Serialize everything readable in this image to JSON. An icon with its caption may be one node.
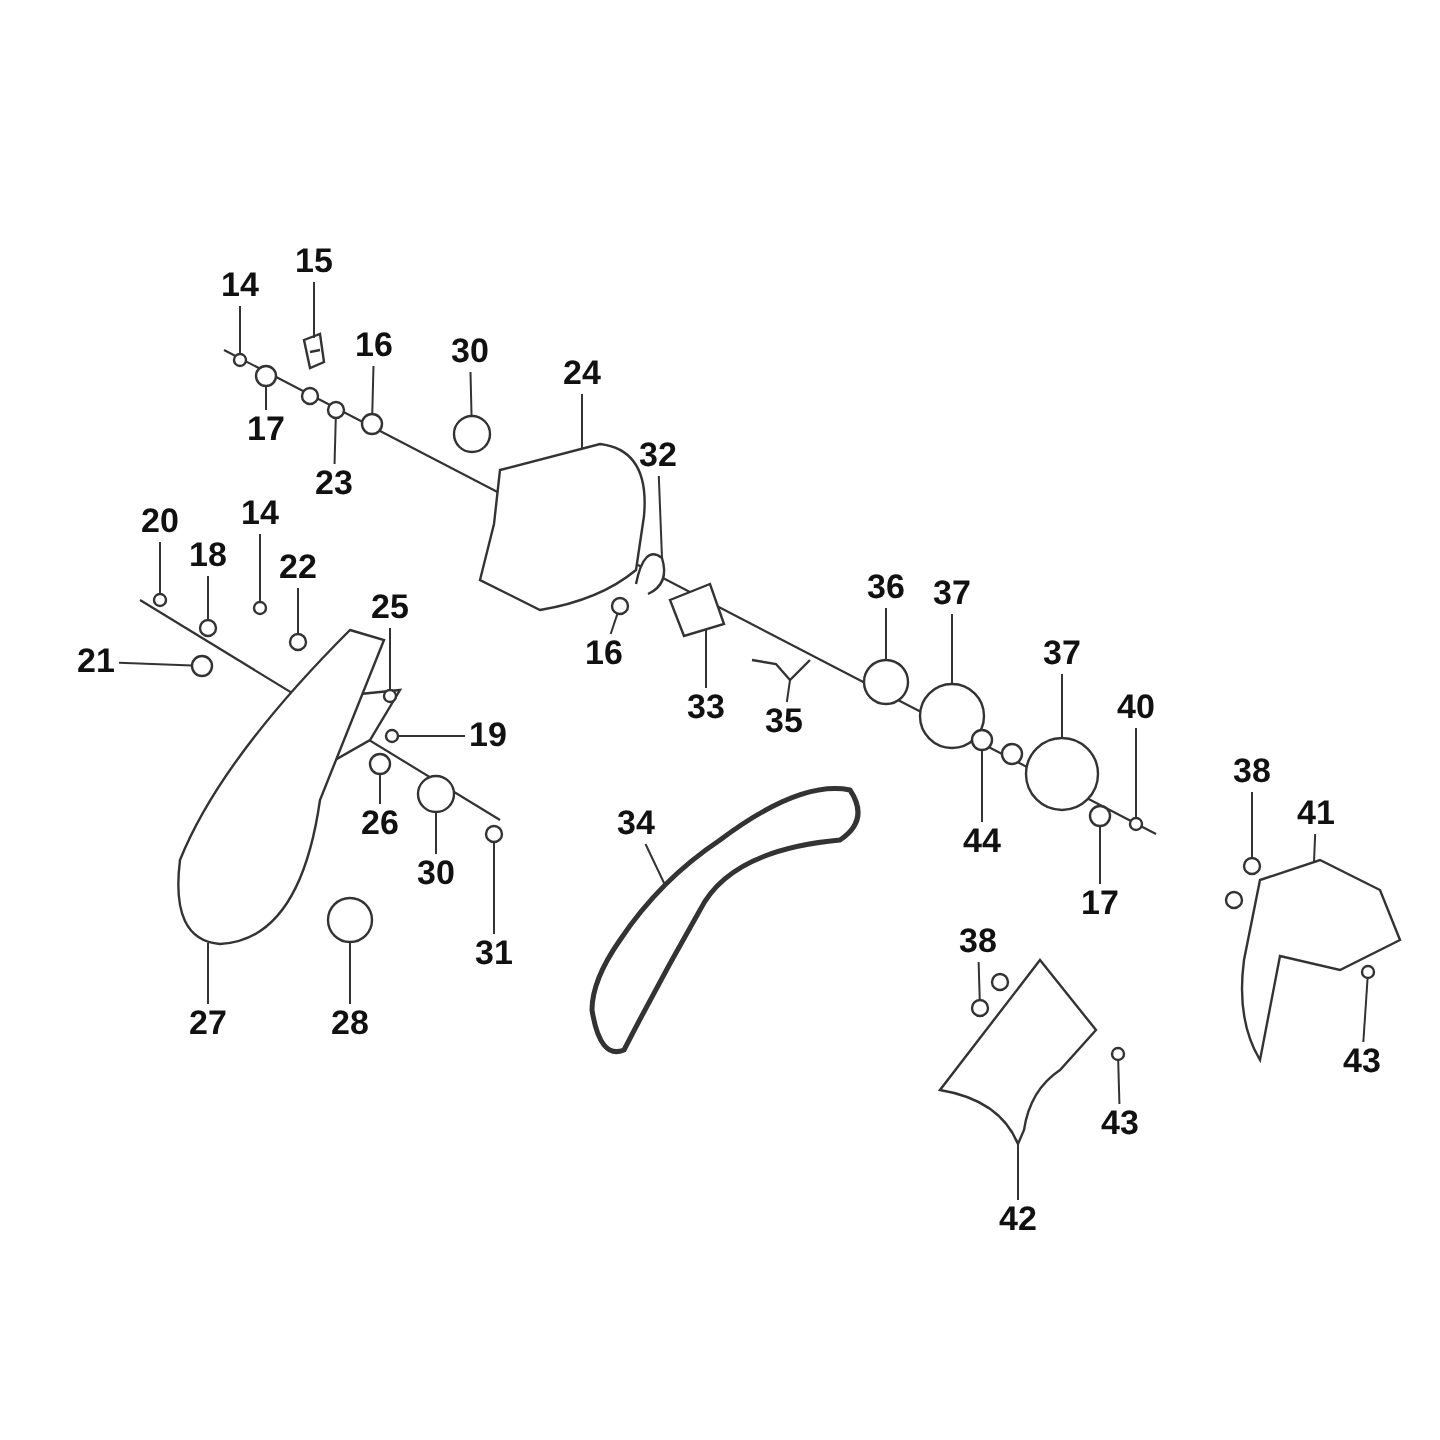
{
  "diagram": {
    "nodes": [
      {
        "text": [
          "14"
        ]
      },
      {
        "text": [
          "15"
        ]
      },
      {
        "text": [
          "16"
        ]
      },
      {
        "text": [
          "30"
        ]
      },
      {
        "text": [
          "24"
        ]
      },
      {
        "text": [
          "17"
        ]
      },
      {
        "text": [
          "23"
        ]
      },
      {
        "text": [
          "32"
        ]
      },
      {
        "text": [
          "20"
        ]
      },
      {
        "text": [
          "14"
        ]
      },
      {
        "text": [
          "18"
        ]
      },
      {
        "text": [
          "22"
        ]
      },
      {
        "text": [
          "25"
        ]
      },
      {
        "text": [
          "36"
        ]
      },
      {
        "text": [
          "37"
        ]
      },
      {
        "text": [
          "21"
        ]
      },
      {
        "text": [
          "16"
        ]
      },
      {
        "text": [
          "33"
        ]
      },
      {
        "text": [
          "37"
        ]
      },
      {
        "text": [
          "40"
        ]
      },
      {
        "text": [
          "35"
        ]
      },
      {
        "text": [
          "19"
        ]
      },
      {
        "text": [
          "26"
        ]
      },
      {
        "text": [
          "34"
        ]
      },
      {
        "text": [
          "30"
        ]
      },
      {
        "text": [
          "38"
        ]
      },
      {
        "text": [
          "41"
        ]
      },
      {
        "text": [
          "44"
        ]
      },
      {
        "text": [
          "17"
        ]
      },
      {
        "text": [
          "31"
        ]
      },
      {
        "text": [
          "38"
        ]
      },
      {
        "text": [
          "27"
        ]
      },
      {
        "text": [
          "28"
        ]
      },
      {
        "text": [
          "43"
        ]
      },
      {
        "text": [
          "43"
        ]
      },
      {
        "text": [
          "42"
        ]
      },
      {
        "text": [],
        "shape": "circle"
      },
      {
        "text": [],
        "shape": "picture"
      },
      {
        "text": [],
        "shape": "circle"
      },
      {
        "text": [],
        "shape": "circle"
      },
      {
        "text": [],
        "shape": "picture"
      },
      {
        "text": [],
        "shape": "circle"
      },
      {
        "text": [],
        "shape": "circle"
      },
      {
        "text": [],
        "shape": "picture"
      },
      {
        "text": [],
        "shape": "circle"
      },
      {
        "text": [],
        "shape": "circle"
      },
      {
        "text": [],
        "shape": "circle"
      },
      {
        "text": [],
        "shape": "circle"
      },
      {
        "text": [],
        "shape": "circle"
      },
      {
        "text": [],
        "shape": "circle"
      },
      {
        "text": [],
        "shape": "circle"
      },
      {
        "text": [],
        "shape": "circle"
      },
      {
        "text": [],
        "shape": "circle"
      },
      {
        "text": [],
        "shape": "picture"
      },
      {
        "text": [],
        "shape": "circle"
      },
      {
        "text": [],
        "shape": "circle"
      },
      {
        "text": [],
        "shape": "picture"
      },
      {
        "text": [],
        "shape": "circle"
      },
      {
        "text": [],
        "shape": "circle"
      },
      {
        "text": [],
        "shape": "picture"
      },
      {
        "text": [],
        "shape": "circle"
      },
      {
        "text": [],
        "shape": "circle"
      },
      {
        "text": [],
        "shape": "picture"
      },
      {
        "text": [],
        "shape": "circle"
      },
      {
        "text": [],
        "shape": "circle"
      },
      {
        "text": [],
        "shape": "circle"
      },
      {
        "text": [],
        "shape": "circle"
      },
      {
        "text": [],
        "shape": "picture"
      },
      {
        "text": [],
        "shape": "circle"
      },
      {
        "text": [],
        "shape": "circle"
      },
      {
        "text": [],
        "shape": "circle"
      },
      {
        "text": [],
        "shape": "picture"
      }
    ],
    "edges": [
      {
        "from": 0,
        "to": 36,
        "arrow": "none"
      },
      {
        "from": 1,
        "to": 37,
        "arrow": "none"
      },
      {
        "from": 2,
        "to": 38,
        "arrow": "none"
      },
      {
        "from": 3,
        "to": 39,
        "arrow": "none"
      },
      {
        "from": 4,
        "to": 40,
        "arrow": "none"
      },
      {
        "from": 5,
        "to": 41,
        "arrow": "none"
      },
      {
        "from": 6,
        "to": 42,
        "arrow": "none"
      },
      {
        "from": 7,
        "to": 43,
        "arrow": "none"
      },
      {
        "from": 8,
        "to": 44,
        "arrow": "none"
      },
      {
        "from": 9,
        "to": 45,
        "arrow": "none"
      },
      {
        "from": 10,
        "to": 46,
        "arrow": "none"
      },
      {
        "from": 11,
        "to": 47,
        "arrow": "none"
      },
      {
        "from": 12,
        "to": 48,
        "arrow": "none"
      },
      {
        "from": 13,
        "to": 49,
        "arrow": "none"
      },
      {
        "from": 14,
        "to": 50,
        "arrow": "none"
      },
      {
        "from": 15,
        "to": 51,
        "arrow": "none"
      },
      {
        "from": 16,
        "to": 52,
        "arrow": "none"
      },
      {
        "from": 17,
        "to": 53,
        "arrow": "none"
      },
      {
        "from": 18,
        "to": 54,
        "arrow": "none"
      },
      {
        "from": 19,
        "to": 55,
        "arrow": "none"
      },
      {
        "from": 20,
        "to": 56,
        "arrow": "none"
      },
      {
        "from": 21,
        "to": 57,
        "arrow": "none"
      },
      {
        "from": 22,
        "to": 58,
        "arrow": "none"
      },
      {
        "from": 23,
        "to": 59,
        "arrow": "none"
      },
      {
        "from": 24,
        "to": 60,
        "arrow": "none"
      },
      {
        "from": 25,
        "to": 61,
        "arrow": "none"
      },
      {
        "from": 26,
        "to": 62,
        "arrow": "none"
      },
      {
        "from": 27,
        "to": 63,
        "arrow": "none"
      },
      {
        "from": 28,
        "to": 64,
        "arrow": "none"
      },
      {
        "from": 29,
        "to": 65,
        "arrow": "none"
      },
      {
        "from": 30,
        "to": 66,
        "arrow": "none"
      },
      {
        "from": 31,
        "to": 67,
        "arrow": "none"
      },
      {
        "from": 32,
        "to": 68,
        "arrow": "none"
      },
      {
        "from": 33,
        "to": 69,
        "arrow": "none"
      },
      {
        "from": 34,
        "to": 70,
        "arrow": "none"
      },
      {
        "from": 35,
        "to": 71,
        "arrow": "none"
      }
    ]
  }
}
